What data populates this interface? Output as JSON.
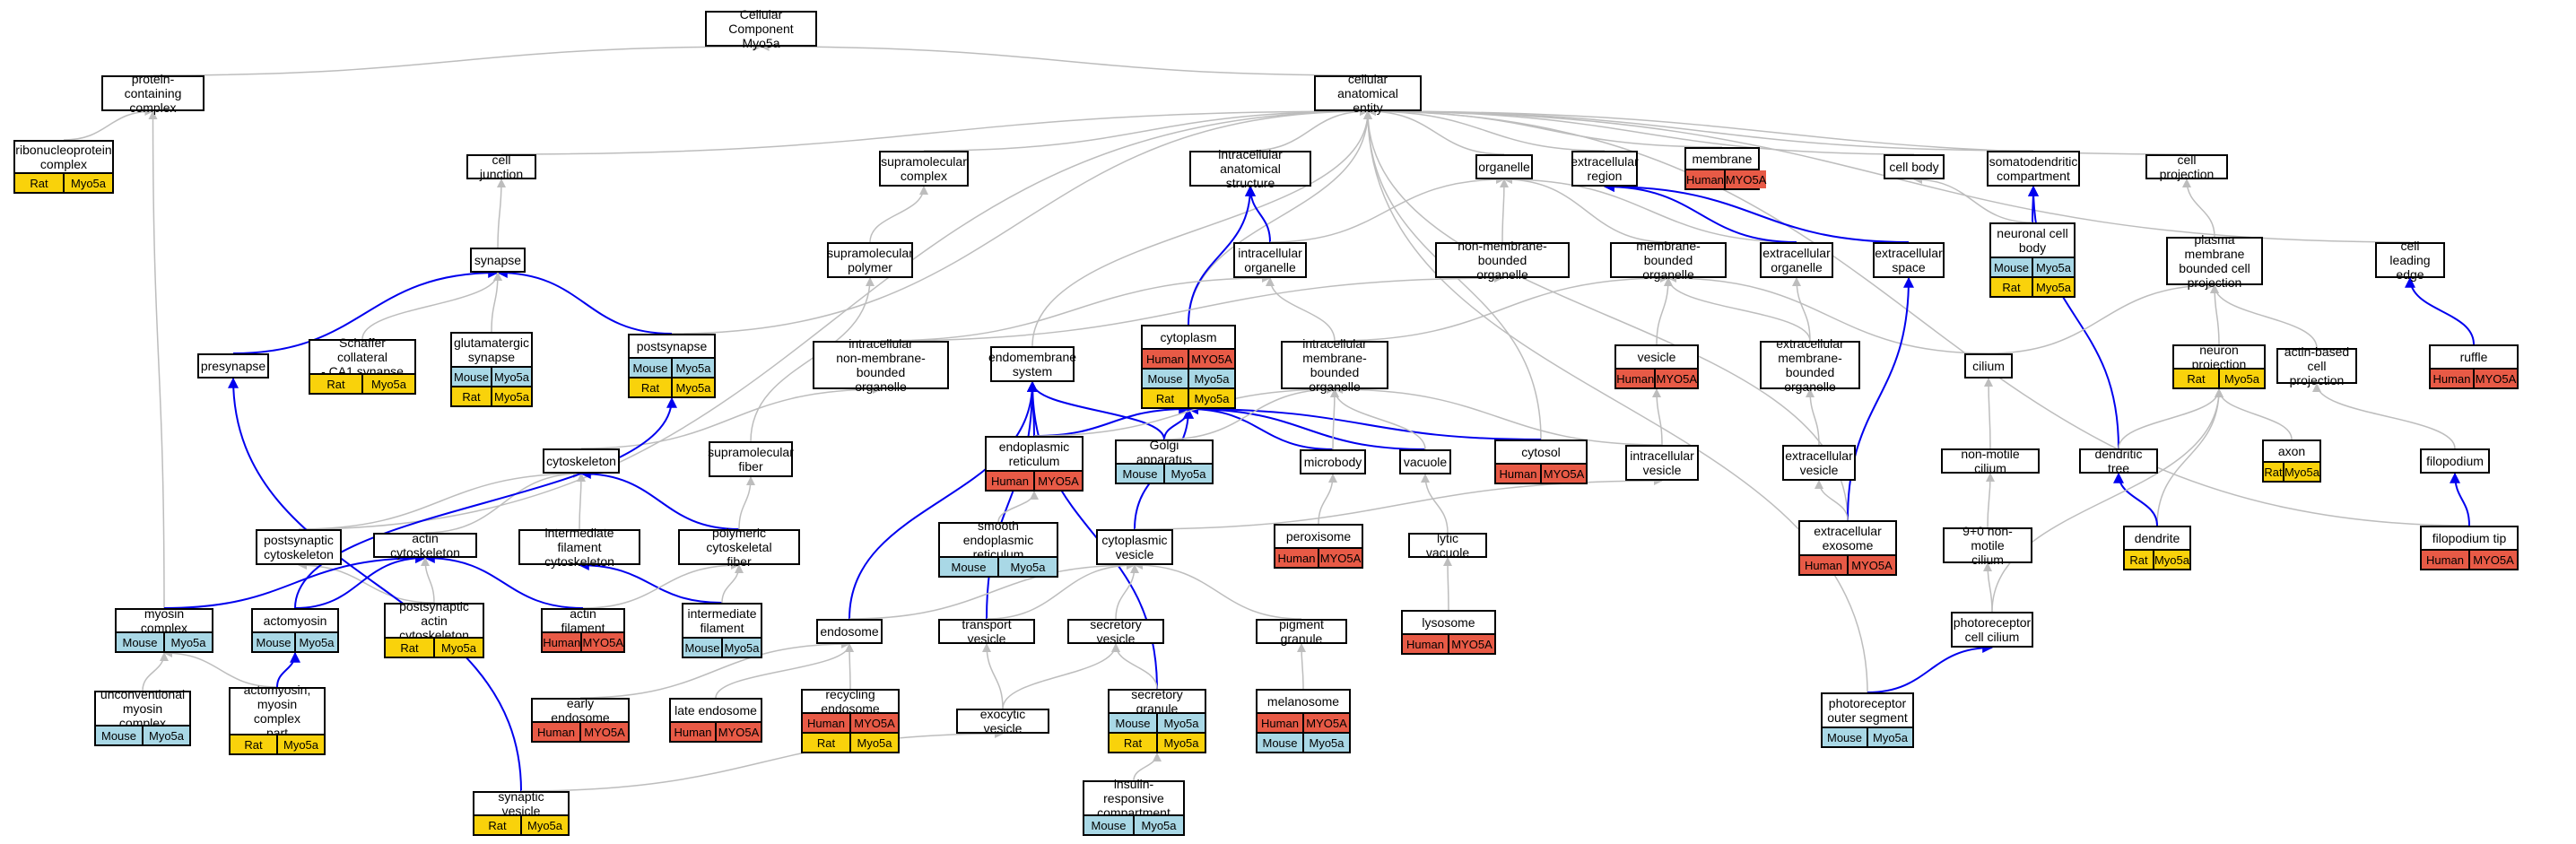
{
  "colors": {
    "edge_gray": "#bdbdbd",
    "edge_blue": "#0000ee",
    "Human": "#e85a46",
    "Mouse": "#a9d8e6",
    "Rat": "#f9d20b"
  },
  "nodes": [
    {
      "id": "root",
      "label": "Cellular Component\nMyo5a",
      "species": []
    },
    {
      "id": "pcc",
      "label": "protein-containing\ncomplex",
      "species": []
    },
    {
      "id": "cae",
      "label": "cellular anatomical\nentity",
      "species": []
    },
    {
      "id": "rnp",
      "label": "ribonucleoprotein\ncomplex",
      "species": [
        [
          "Rat",
          "Myo5a"
        ]
      ]
    },
    {
      "id": "cj",
      "label": "cell junction",
      "species": []
    },
    {
      "id": "supc",
      "label": "supramolecular\ncomplex",
      "species": []
    },
    {
      "id": "ias",
      "label": "intracellular\nanatomical structure",
      "species": []
    },
    {
      "id": "org",
      "label": "organelle",
      "species": []
    },
    {
      "id": "ecr",
      "label": "extracellular\nregion",
      "species": []
    },
    {
      "id": "mem",
      "label": "membrane",
      "species": [
        [
          "Human",
          "MYO5A"
        ]
      ]
    },
    {
      "id": "cb",
      "label": "cell body",
      "species": []
    },
    {
      "id": "sdc",
      "label": "somatodendritic\ncompartment",
      "species": []
    },
    {
      "id": "cp",
      "label": "cell projection",
      "species": []
    },
    {
      "id": "syn",
      "label": "synapse",
      "species": []
    },
    {
      "id": "smp",
      "label": "supramolecular\npolymer",
      "species": []
    },
    {
      "id": "io",
      "label": "intracellular\norganelle",
      "species": []
    },
    {
      "id": "nmbo",
      "label": "non-membrane-bounded\norganelle",
      "species": []
    },
    {
      "id": "mbo",
      "label": "membrane-bounded\norganelle",
      "species": []
    },
    {
      "id": "eco",
      "label": "extracellular\norganelle",
      "species": []
    },
    {
      "id": "ecs",
      "label": "extracellular\nspace",
      "species": []
    },
    {
      "id": "ncb",
      "label": "neuronal cell\nbody",
      "species": [
        [
          "Mouse",
          "Myo5a"
        ],
        [
          "Rat",
          "Myo5a"
        ]
      ]
    },
    {
      "id": "pmbcp",
      "label": "plasma membrane\nbounded cell\nprojection",
      "species": []
    },
    {
      "id": "cle",
      "label": "cell leading\nedge",
      "species": []
    },
    {
      "id": "pre",
      "label": "presynapse",
      "species": []
    },
    {
      "id": "sca1",
      "label": "Schaffer collateral\n- CA1 synapse",
      "species": [
        [
          "Rat",
          "Myo5a"
        ]
      ]
    },
    {
      "id": "glu",
      "label": "glutamatergic\nsynapse",
      "species": [
        [
          "Mouse",
          "Myo5a"
        ],
        [
          "Rat",
          "Myo5a"
        ]
      ]
    },
    {
      "id": "post",
      "label": "postsynapse",
      "species": [
        [
          "Mouse",
          "Myo5a"
        ],
        [
          "Rat",
          "Myo5a"
        ]
      ]
    },
    {
      "id": "inmbo",
      "label": "intracellular\nnon-membrane-bounded\norganelle",
      "species": []
    },
    {
      "id": "ems",
      "label": "endomembrane\nsystem",
      "species": []
    },
    {
      "id": "cyto",
      "label": "cytoplasm",
      "species": [
        [
          "Human",
          "MYO5A"
        ],
        [
          "Mouse",
          "Myo5a"
        ],
        [
          "Rat",
          "Myo5a"
        ]
      ]
    },
    {
      "id": "imbo",
      "label": "intracellular\nmembrane-bounded\norganelle",
      "species": []
    },
    {
      "id": "ves",
      "label": "vesicle",
      "species": [
        [
          "Human",
          "MYO5A"
        ]
      ]
    },
    {
      "id": "ecmbo",
      "label": "extracellular\nmembrane-bounded\norganelle",
      "species": []
    },
    {
      "id": "cil",
      "label": "cilium",
      "species": []
    },
    {
      "id": "np",
      "label": "neuron projection",
      "species": [
        [
          "Rat",
          "Myo5a"
        ]
      ]
    },
    {
      "id": "abcp",
      "label": "actin-based\ncell projection",
      "species": []
    },
    {
      "id": "ruf",
      "label": "ruffle",
      "species": [
        [
          "Human",
          "MYO5A"
        ]
      ]
    },
    {
      "id": "csk",
      "label": "cytoskeleton",
      "species": []
    },
    {
      "id": "smf",
      "label": "supramolecular\nfiber",
      "species": []
    },
    {
      "id": "er",
      "label": "endoplasmic\nreticulum",
      "species": [
        [
          "Human",
          "MYO5A"
        ]
      ]
    },
    {
      "id": "golgi",
      "label": "Golgi apparatus",
      "species": [
        [
          "Mouse",
          "Myo5a"
        ]
      ]
    },
    {
      "id": "mb",
      "label": "microbody",
      "species": []
    },
    {
      "id": "vac",
      "label": "vacuole",
      "species": []
    },
    {
      "id": "cytosol",
      "label": "cytosol",
      "species": [
        [
          "Human",
          "MYO5A"
        ]
      ]
    },
    {
      "id": "iv",
      "label": "intracellular\nvesicle",
      "species": []
    },
    {
      "id": "ecv",
      "label": "extracellular\nvesicle",
      "species": []
    },
    {
      "id": "nmc",
      "label": "non-motile cilium",
      "species": []
    },
    {
      "id": "dt",
      "label": "dendritic tree",
      "species": []
    },
    {
      "id": "axon",
      "label": "axon",
      "species": [
        [
          "Rat",
          "Myo5a"
        ]
      ]
    },
    {
      "id": "filo",
      "label": "filopodium",
      "species": []
    },
    {
      "id": "pcsk",
      "label": "postsynaptic\ncytoskeleton",
      "species": []
    },
    {
      "id": "acsk",
      "label": "actin cytoskeleton",
      "species": []
    },
    {
      "id": "ifc",
      "label": "intermediate\nfilament cytoskeleton",
      "species": []
    },
    {
      "id": "pcf",
      "label": "polymeric cytoskeletal\nfiber",
      "species": []
    },
    {
      "id": "ser",
      "label": "smooth endoplasmic\nreticulum",
      "species": [
        [
          "Mouse",
          "Myo5a"
        ]
      ]
    },
    {
      "id": "cv",
      "label": "cytoplasmic\nvesicle",
      "species": []
    },
    {
      "id": "perox",
      "label": "peroxisome",
      "species": [
        [
          "Human",
          "MYO5A"
        ]
      ]
    },
    {
      "id": "lv",
      "label": "lytic vacuole",
      "species": []
    },
    {
      "id": "exo",
      "label": "extracellular\nexosome",
      "species": [
        [
          "Human",
          "MYO5A"
        ]
      ]
    },
    {
      "id": "c90",
      "label": "9+0 non-motile\ncilium",
      "species": []
    },
    {
      "id": "den",
      "label": "dendrite",
      "species": [
        [
          "Rat",
          "Myo5a"
        ]
      ]
    },
    {
      "id": "ftip",
      "label": "filopodium tip",
      "species": [
        [
          "Human",
          "MYO5A"
        ]
      ]
    },
    {
      "id": "myoc",
      "label": "myosin complex",
      "species": [
        [
          "Mouse",
          "Myo5a"
        ]
      ]
    },
    {
      "id": "am",
      "label": "actomyosin",
      "species": [
        [
          "Mouse",
          "Myo5a"
        ]
      ]
    },
    {
      "id": "pacsk",
      "label": "postsynaptic\nactin cytoskeleton",
      "species": [
        [
          "Rat",
          "Myo5a"
        ]
      ]
    },
    {
      "id": "af",
      "label": "actin filament",
      "species": [
        [
          "Human",
          "MYO5A"
        ]
      ]
    },
    {
      "id": "if",
      "label": "intermediate\nfilament",
      "species": [
        [
          "Mouse",
          "Myo5a"
        ]
      ]
    },
    {
      "id": "endo",
      "label": "endosome",
      "species": []
    },
    {
      "id": "tv",
      "label": "transport vesicle",
      "species": []
    },
    {
      "id": "secv",
      "label": "secretory vesicle",
      "species": []
    },
    {
      "id": "pg",
      "label": "pigment granule",
      "species": []
    },
    {
      "id": "lys",
      "label": "lysosome",
      "species": [
        [
          "Human",
          "MYO5A"
        ]
      ]
    },
    {
      "id": "pcc2",
      "label": "photoreceptor\ncell cilium",
      "species": []
    },
    {
      "id": "umc",
      "label": "unconventional\nmyosin complex",
      "species": [
        [
          "Mouse",
          "Myo5a"
        ]
      ]
    },
    {
      "id": "amcp",
      "label": "actomyosin,\nmyosin complex\npart",
      "species": [
        [
          "Rat",
          "Myo5a"
        ]
      ]
    },
    {
      "id": "ee",
      "label": "early endosome",
      "species": [
        [
          "Human",
          "MYO5A"
        ]
      ]
    },
    {
      "id": "le",
      "label": "late endosome",
      "species": [
        [
          "Human",
          "MYO5A"
        ]
      ]
    },
    {
      "id": "re",
      "label": "recycling endosome",
      "species": [
        [
          "Human",
          "MYO5A"
        ],
        [
          "Rat",
          "Myo5a"
        ]
      ]
    },
    {
      "id": "exv",
      "label": "exocytic vesicle",
      "species": []
    },
    {
      "id": "sg",
      "label": "secretory granule",
      "species": [
        [
          "Mouse",
          "Myo5a"
        ],
        [
          "Rat",
          "Myo5a"
        ]
      ]
    },
    {
      "id": "mel",
      "label": "melanosome",
      "species": [
        [
          "Human",
          "MYO5A"
        ],
        [
          "Mouse",
          "Myo5a"
        ]
      ]
    },
    {
      "id": "pos",
      "label": "photoreceptor\nouter segment",
      "species": [
        [
          "Mouse",
          "Myo5a"
        ]
      ]
    },
    {
      "id": "sv",
      "label": "synaptic vesicle",
      "species": [
        [
          "Rat",
          "Myo5a"
        ]
      ]
    },
    {
      "id": "irc",
      "label": "insulin-responsive\ncompartment",
      "species": [
        [
          "Mouse",
          "Myo5a"
        ]
      ]
    }
  ],
  "edges": [
    [
      "pcc",
      "root",
      "gray"
    ],
    [
      "cae",
      "root",
      "gray"
    ],
    [
      "rnp",
      "pcc",
      "gray"
    ],
    [
      "myoc",
      "pcc",
      "gray"
    ],
    [
      "cj",
      "cae",
      "gray"
    ],
    [
      "supc",
      "cae",
      "gray"
    ],
    [
      "ias",
      "cae",
      "gray"
    ],
    [
      "org",
      "cae",
      "gray"
    ],
    [
      "ecr",
      "cae",
      "gray"
    ],
    [
      "mem",
      "cae",
      "gray"
    ],
    [
      "cb",
      "cae",
      "gray"
    ],
    [
      "sdc",
      "cae",
      "gray"
    ],
    [
      "cp",
      "cae",
      "gray"
    ],
    [
      "cle",
      "cae",
      "gray"
    ],
    [
      "ftip",
      "cae",
      "gray"
    ],
    [
      "pos",
      "cae",
      "gray"
    ],
    [
      "cytosol",
      "cae",
      "gray"
    ],
    [
      "pcsk",
      "cae",
      "gray"
    ],
    [
      "post",
      "cae",
      "gray"
    ],
    [
      "ems",
      "cae",
      "gray"
    ],
    [
      "cyto",
      "cae",
      "gray"
    ],
    [
      "exo",
      "cae",
      "gray"
    ],
    [
      "syn",
      "cj",
      "gray"
    ],
    [
      "smp",
      "supc",
      "gray"
    ],
    [
      "io",
      "ias",
      "blue"
    ],
    [
      "cyto",
      "ias",
      "blue"
    ],
    [
      "io",
      "org",
      "gray"
    ],
    [
      "nmbo",
      "org",
      "gray"
    ],
    [
      "mbo",
      "org",
      "gray"
    ],
    [
      "eco",
      "org",
      "gray"
    ],
    [
      "eco",
      "ecr",
      "blue"
    ],
    [
      "ecs",
      "ecr",
      "blue"
    ],
    [
      "ncb",
      "sdc",
      "blue"
    ],
    [
      "dt",
      "sdc",
      "blue"
    ],
    [
      "ncb",
      "cb",
      "gray"
    ],
    [
      "pmbcp",
      "cp",
      "gray"
    ],
    [
      "ruf",
      "cle",
      "blue"
    ],
    [
      "pre",
      "syn",
      "blue"
    ],
    [
      "post",
      "syn",
      "blue"
    ],
    [
      "glu",
      "syn",
      "gray"
    ],
    [
      "sca1",
      "syn",
      "gray"
    ],
    [
      "inmbo",
      "io",
      "gray"
    ],
    [
      "imbo",
      "io",
      "gray"
    ],
    [
      "inmbo",
      "nmbo",
      "gray"
    ],
    [
      "imbo",
      "mbo",
      "gray"
    ],
    [
      "ves",
      "mbo",
      "gray"
    ],
    [
      "ecmbo",
      "mbo",
      "gray"
    ],
    [
      "cil",
      "mbo",
      "gray"
    ],
    [
      "ecmbo",
      "eco",
      "gray"
    ],
    [
      "exo",
      "ecs",
      "blue"
    ],
    [
      "cil",
      "pmbcp",
      "gray"
    ],
    [
      "np",
      "pmbcp",
      "gray"
    ],
    [
      "abcp",
      "pmbcp",
      "gray"
    ],
    [
      "dt",
      "np",
      "gray"
    ],
    [
      "axon",
      "np",
      "gray"
    ],
    [
      "den",
      "np",
      "gray"
    ],
    [
      "filo",
      "abcp",
      "gray"
    ],
    [
      "ftip",
      "filo",
      "blue"
    ],
    [
      "den",
      "dt",
      "blue"
    ],
    [
      "csk",
      "inmbo",
      "gray"
    ],
    [
      "smf",
      "smp",
      "gray"
    ],
    [
      "er",
      "ems",
      "blue"
    ],
    [
      "golgi",
      "ems",
      "blue"
    ],
    [
      "endo",
      "ems",
      "blue"
    ],
    [
      "tv",
      "ems",
      "blue"
    ],
    [
      "sg",
      "ems",
      "blue"
    ],
    [
      "er",
      "cyto",
      "blue"
    ],
    [
      "golgi",
      "cyto",
      "blue"
    ],
    [
      "mb",
      "cyto",
      "blue"
    ],
    [
      "vac",
      "cyto",
      "blue"
    ],
    [
      "cytosol",
      "cyto",
      "blue"
    ],
    [
      "cv",
      "cyto",
      "blue"
    ],
    [
      "er",
      "imbo",
      "gray"
    ],
    [
      "golgi",
      "imbo",
      "gray"
    ],
    [
      "mb",
      "imbo",
      "gray"
    ],
    [
      "vac",
      "imbo",
      "gray"
    ],
    [
      "iv",
      "imbo",
      "gray"
    ],
    [
      "iv",
      "ves",
      "gray"
    ],
    [
      "ecv",
      "ecmbo",
      "gray"
    ],
    [
      "exo",
      "ecv",
      "gray"
    ],
    [
      "nmc",
      "cil",
      "gray"
    ],
    [
      "c90",
      "nmc",
      "gray"
    ],
    [
      "pcc2",
      "c90",
      "gray"
    ],
    [
      "pcc2",
      "np",
      "gray"
    ],
    [
      "pos",
      "pcc2",
      "blue"
    ],
    [
      "pcsk",
      "csk",
      "gray"
    ],
    [
      "acsk",
      "csk",
      "gray"
    ],
    [
      "ifc",
      "csk",
      "gray"
    ],
    [
      "pcf",
      "csk",
      "blue"
    ],
    [
      "pcf",
      "smf",
      "gray"
    ],
    [
      "pacsk",
      "pcsk",
      "gray"
    ],
    [
      "myoc",
      "acsk",
      "blue"
    ],
    [
      "am",
      "acsk",
      "blue"
    ],
    [
      "af",
      "acsk",
      "blue"
    ],
    [
      "pacsk",
      "acsk",
      "gray"
    ],
    [
      "if",
      "ifc",
      "blue"
    ],
    [
      "af",
      "pcf",
      "gray"
    ],
    [
      "if",
      "pcf",
      "gray"
    ],
    [
      "ser",
      "er",
      "gray"
    ],
    [
      "cv",
      "iv",
      "gray"
    ],
    [
      "perox",
      "mb",
      "gray"
    ],
    [
      "lv",
      "vac",
      "gray"
    ],
    [
      "lys",
      "lv",
      "gray"
    ],
    [
      "endo",
      "cv",
      "gray"
    ],
    [
      "tv",
      "cv",
      "gray"
    ],
    [
      "secv",
      "cv",
      "gray"
    ],
    [
      "pg",
      "cv",
      "gray"
    ],
    [
      "umc",
      "myoc",
      "gray"
    ],
    [
      "amcp",
      "myoc",
      "gray"
    ],
    [
      "amcp",
      "am",
      "blue"
    ],
    [
      "ee",
      "endo",
      "gray"
    ],
    [
      "le",
      "endo",
      "gray"
    ],
    [
      "re",
      "endo",
      "gray"
    ],
    [
      "exv",
      "tv",
      "gray"
    ],
    [
      "exv",
      "secv",
      "gray"
    ],
    [
      "sg",
      "secv",
      "gray"
    ],
    [
      "mel",
      "pg",
      "gray"
    ],
    [
      "sv",
      "pre",
      "blue"
    ],
    [
      "sv",
      "exv",
      "gray"
    ],
    [
      "irc",
      "sg",
      "gray"
    ],
    [
      "am",
      "post",
      "blue"
    ]
  ]
}
